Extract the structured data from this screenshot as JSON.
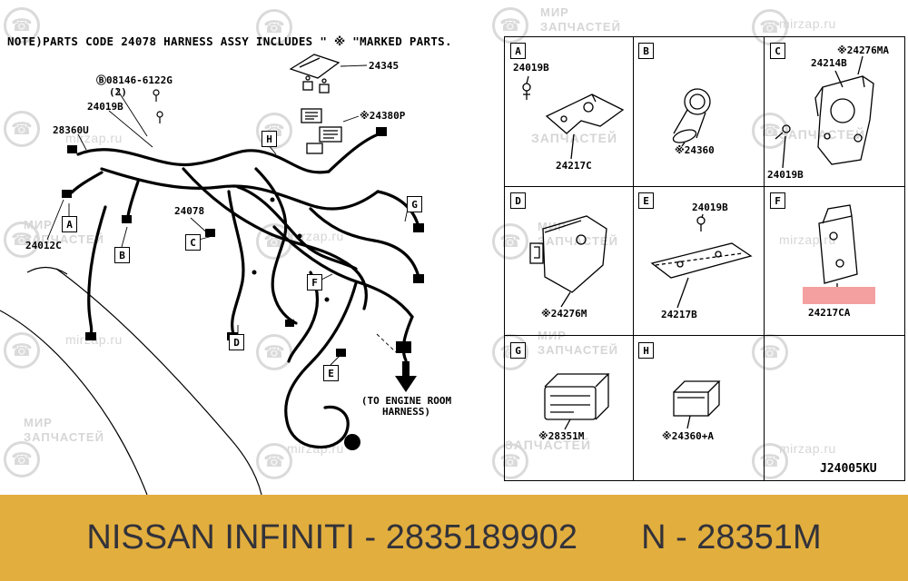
{
  "note": "NOTE)PARTS CODE 24078 HARNESS ASSY INCLUDES \" ※ \"MARKED PARTS.",
  "watermark": {
    "line1": "МИР",
    "line2": "ЗАПЧАСТЕЙ",
    "site": "mirzap.ru",
    "phone_glyph": "☎"
  },
  "diagram": {
    "labels": {
      "bolt_code": "Ⓑ08146-6122G",
      "bolt_qty": "(2)",
      "p24019b": "24019B",
      "p28360u": "28360U",
      "p24345": "24345",
      "p24380p": "※24380P",
      "p24078": "24078",
      "p24012c": "24012C",
      "to_engine_1": "(TO ENGINE ROOM",
      "to_engine_2": "HARNESS)"
    },
    "letters": {
      "a": "A",
      "b": "B",
      "c": "C",
      "d": "D",
      "e": "E",
      "f": "F",
      "g": "G",
      "h": "H"
    }
  },
  "grid": {
    "cells": [
      {
        "letter": "A",
        "parts": [
          "24019B",
          "24217C"
        ]
      },
      {
        "letter": "B",
        "parts": [
          "※24360"
        ]
      },
      {
        "letter": "C",
        "parts": [
          "※24276MA",
          "24214B",
          "24019B"
        ]
      },
      {
        "letter": "D",
        "parts": [
          "※24276M"
        ]
      },
      {
        "letter": "E",
        "parts": [
          "24019B",
          "24217B"
        ]
      },
      {
        "letter": "F",
        "parts": [
          "24217CA"
        ],
        "highlighted": true,
        "highlight_color": "#f4a0a0"
      },
      {
        "letter": "G",
        "parts": [
          "※28351M"
        ]
      },
      {
        "letter": "H",
        "parts": [
          "※24360+A"
        ]
      }
    ],
    "drawing_code": "J24005KU"
  },
  "banner": {
    "left": "NISSAN INFINITI - 2835189902",
    "right": "N - 28351M",
    "background": "#e2ae3e"
  }
}
